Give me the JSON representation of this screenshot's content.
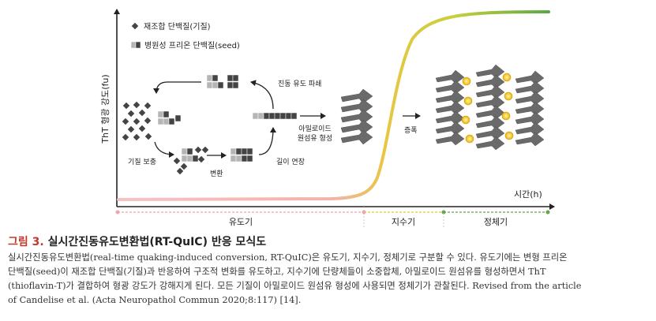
{
  "figure": {
    "y_axis_label": "ThT 형광 강도(fu)",
    "x_axis_label": "시간(h)",
    "legend": {
      "substrate": "재조합 단백질(기질)",
      "seed": "병원성 프리온 단백질(seed)"
    },
    "cycle_labels": {
      "sonication": "진동 유도 파쇄",
      "recruitment": "기질 보충",
      "conversion": "변환",
      "elongation": "길이 연장",
      "fibril_formation_line1": "아밀로이드",
      "fibril_formation_line2": "원섬유 형성",
      "amplification": "증폭"
    },
    "phases": [
      {
        "name": "유도기",
        "color": "#f4a3a8"
      },
      {
        "name": "지수기",
        "color": "#e8c832"
      },
      {
        "name": "정체기",
        "color": "#5fa84a"
      }
    ],
    "colors": {
      "curve_start": "#f4b0b0",
      "curve_mid": "#e8d040",
      "curve_end": "#5aa845",
      "substrate": "#444444",
      "seed_light": "#b5b5b5",
      "seed_dark": "#444444",
      "fibril": "#6a6a6a",
      "tht_glow": "#f2c91e"
    }
  },
  "caption": {
    "number": "그림 3.",
    "title": "실시간진동유도변환법(RT-QuIC) 반응 모식도",
    "lines": [
      "실시간진동유도변환법(real-time quaking-induced conversion, RT-QuIC)은 유도기, 지수기, 정체기로 구분할 수 있다. 유도기에는 변형 프리온",
      "단백질(seed)이 재조합 단백질(기질)과 반응하여 구조적 변화를 유도하고, 지수기에 단량체들이 소중합체, 아밀로이드 원섬유를 형성하면서 ThT",
      "(thioflavin-T)가 결합하여 형광 강도가 강해지게 된다. 모든 기질이 아밀로이드 원섬유 형성에 사용되면 정체기가 관찰된다. Revised from the article",
      "of Candelise et al. (Acta Neuropathol Commun 2020;8:117) [14]."
    ]
  }
}
